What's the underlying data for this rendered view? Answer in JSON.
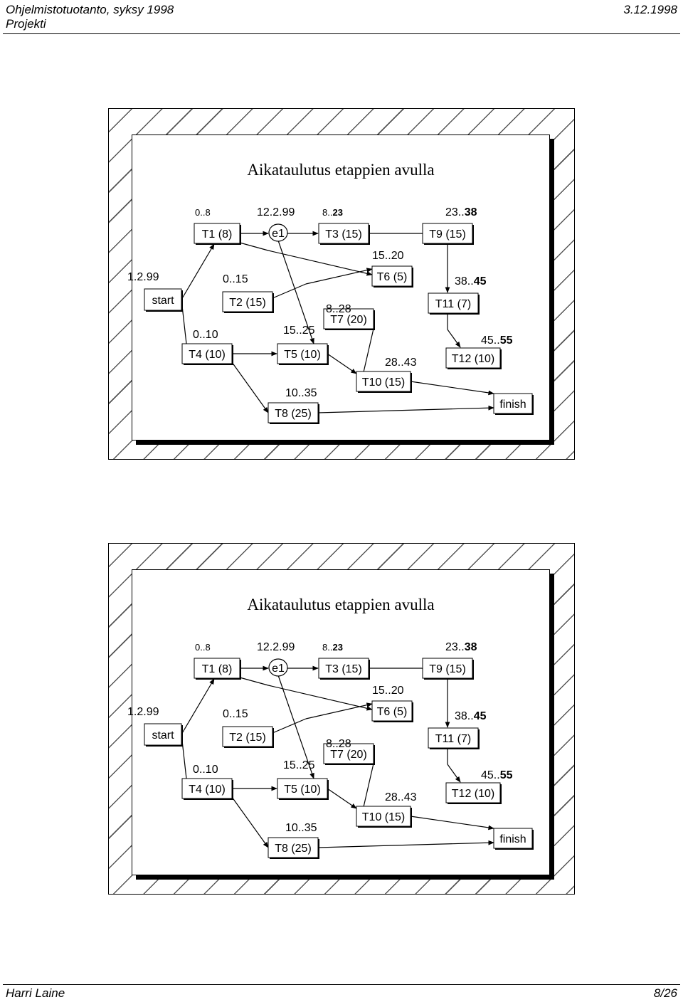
{
  "header": {
    "course": "Ohjelmistotuotanto, syksy 1998",
    "section": "Projekti",
    "date": "3.12.1998"
  },
  "footer": {
    "author": "Harri Laine",
    "page": "8/26"
  },
  "slides": [
    {
      "title": "Aikataulutus etappien avulla"
    },
    {
      "title": "Aikataulutus etappien avulla"
    }
  ],
  "diagram": {
    "boxes": {
      "start": "start",
      "t1": "T1 (8)",
      "t2": "T2 (15)",
      "t3": "T3 (15)",
      "t4": "T4 (10)",
      "t5": "T5 (10)",
      "t6": "T6 (5)",
      "t7": "T7 (20)",
      "t8": "T8 (25)",
      "t9": "T9 (15)",
      "t10": "T10 (15)",
      "t11": "T11 (7)",
      "t12": "T12 (10)",
      "finish": "finish"
    },
    "milestone": "e1",
    "times": {
      "t1": "0..8",
      "e1": "12.2.99",
      "t3_pre": "8..",
      "t3_bold": "23",
      "t9_pre": "23..",
      "t9_bold": "38",
      "start": "1.2.99",
      "t2": "0..15",
      "t6": "15..20",
      "t11_pre": "38..",
      "t11_bold": "45",
      "t7": "8..28",
      "t4": "0..10",
      "t5": "15..25",
      "t12_pre": "45..",
      "t12_bold": "55",
      "t10": "28..43",
      "t8": "10..35"
    }
  }
}
